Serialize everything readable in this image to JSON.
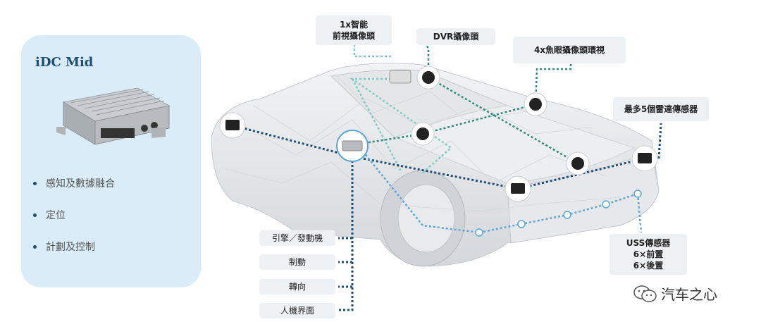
{
  "panel": {
    "title": "iDC Mid",
    "bullets": [
      "感知及數據融合",
      "定位",
      "計劃及控制"
    ]
  },
  "labels": {
    "front_camera": "1x智能\n前視攝像頭",
    "dvr_camera": "DVR攝像頭",
    "fisheye": "4x魚眼攝像頭環視",
    "radar": "最多5個雷達傳感器",
    "uss": "USS傳感器\n6×前置\n6×後置",
    "engine": "引擎／發動機",
    "brake": "制動",
    "steering": "轉向",
    "hmi": "人機界面"
  },
  "watermark": "汽车之心",
  "colors": {
    "panel_bg": "#d9ecf7",
    "dark_blue": "#1f4e79",
    "teal": "#2e8b7a",
    "light_teal": "#7fc9c0",
    "light_blue": "#5aa6d6",
    "box_bg": "#eef1f4"
  }
}
